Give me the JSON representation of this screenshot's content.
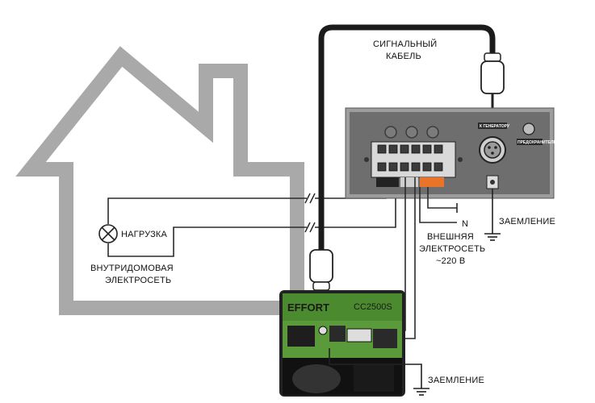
{
  "labels": {
    "signal_cable_line1": "СИГНАЛЬНЫЙ",
    "signal_cable_line2": "КАБЕЛЬ",
    "load": "НАГРУЗКА",
    "indoor_network_line1": "ВНУТРИДОМОВАЯ",
    "indoor_network_line2": "ЭЛЕКТРОСЕТЬ",
    "external_network_line1": "ВНЕШНЯЯ",
    "external_network_line2": "ЭЛЕКТРОСЕТЬ",
    "external_network_line3": "~220 В",
    "neutral": "N",
    "ground_panel": "ЗАЕМЛЕНИЕ",
    "ground_generator": "ЗАЕМЛЕНИЕ"
  },
  "generator": {
    "brand": "EFFORT",
    "model": "CC2500S"
  },
  "panel": {
    "connector_label": "К ГЕНЕРАТОРУ",
    "fuse_label": "ПРЕДОХРАНИТЕЛЬ"
  },
  "colors": {
    "house_outline": "#a9a9a9",
    "panel_body": "#6e6e6e",
    "cable": "#1b1b1b",
    "generator_green": "#4b8a2e",
    "terminal_orange": "#e8742a"
  }
}
